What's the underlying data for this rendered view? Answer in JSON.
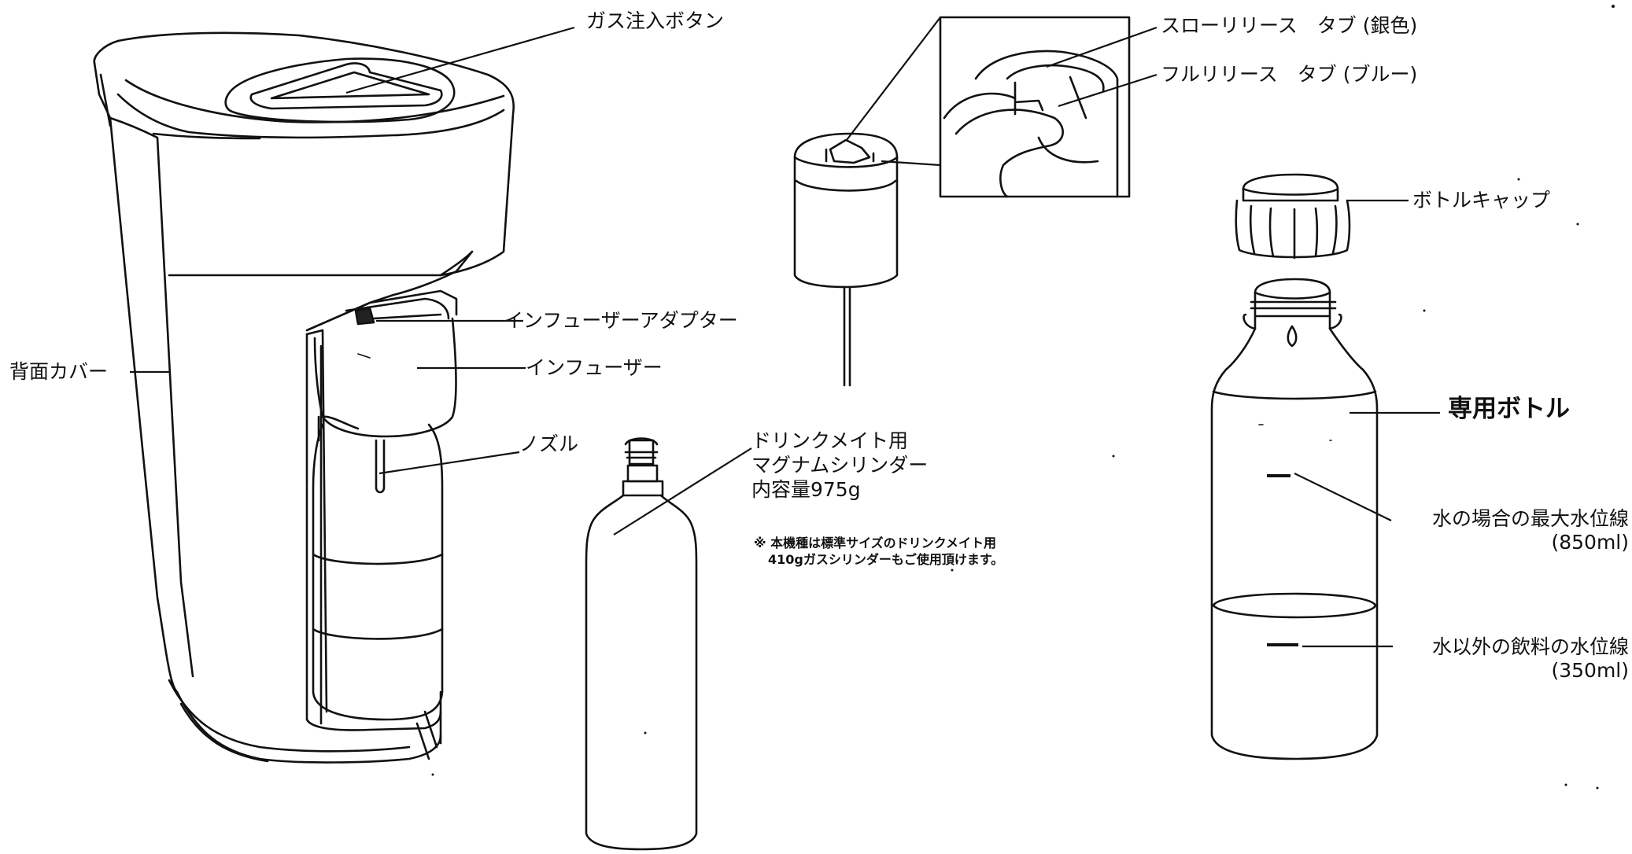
{
  "labels": {
    "gas_button": "ガス注入ボタン",
    "back_cover": "背面カバー",
    "infuser_adapter": "インフューザーアダプター",
    "infuser": "インフューザー",
    "nozzle": "ノズル",
    "slow_release_tab": "スローリリース　タブ (銀色)",
    "full_release_tab": "フルリリース　タブ (ブルー)",
    "bottle_cap": "ボトルキャップ",
    "dedicated_bottle": "専用ボトル",
    "water_max_line": "水の場合の最大水位線",
    "water_max_volume": "(850ml)",
    "other_drink_line": "水以外の飲料の水位線",
    "other_drink_volume": "(350ml)"
  },
  "cylinder": {
    "lines": [
      "ドリンクメイト用",
      "マグナムシリンダー",
      "内容量975g"
    ],
    "note": [
      "※ 本機種は標準サイズのドリンクメイト用",
      "410gガスシリンダーもご使用頂けます。"
    ]
  }
}
